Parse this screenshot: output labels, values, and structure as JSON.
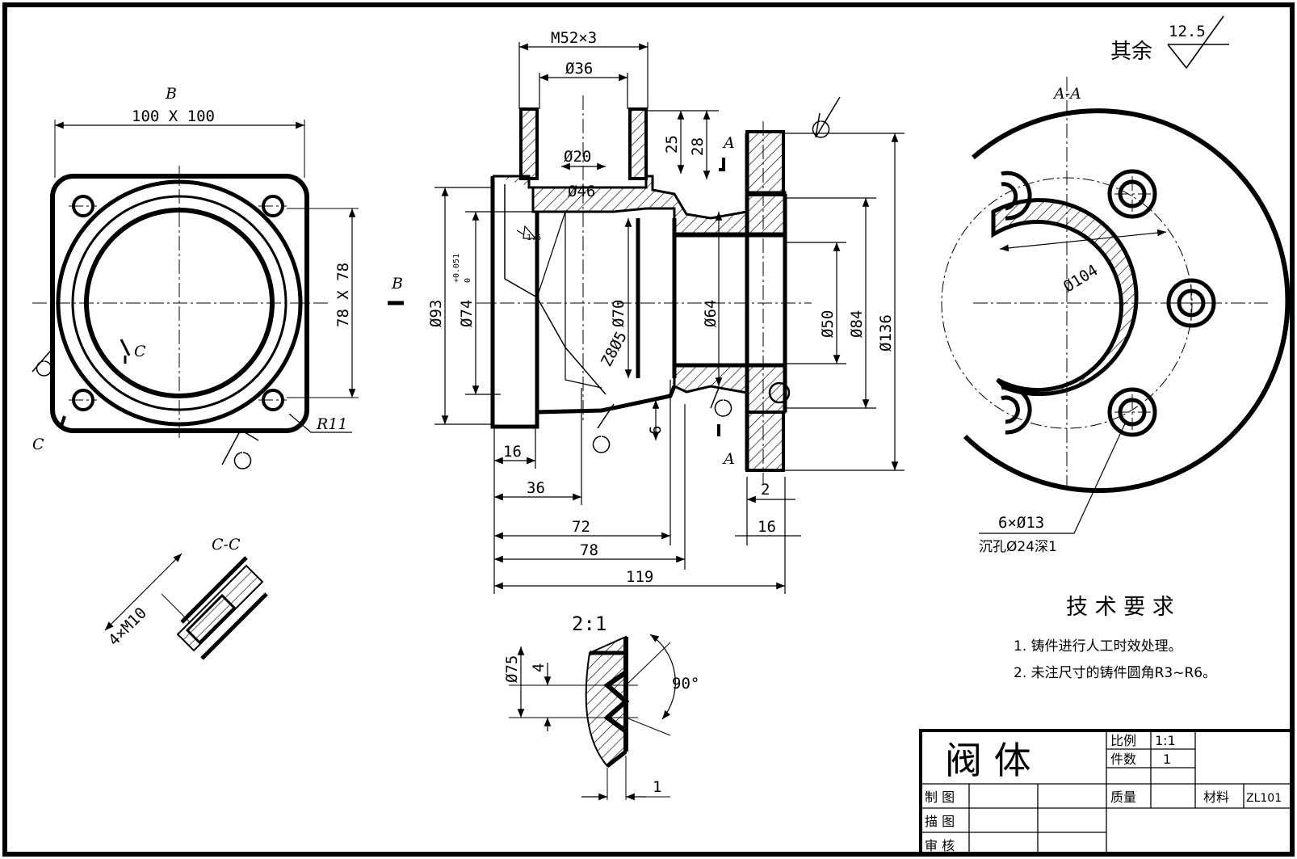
{
  "roughness": {
    "prefix": "其余",
    "value": "12.5"
  },
  "views": {
    "view_b": {
      "label": "B",
      "size": "100 X 100",
      "side": "78 X 78",
      "radius": "R11",
      "section_mark": "C"
    },
    "main": {
      "top_dims": [
        "M52×3",
        "Ø36",
        "Ø20",
        "Ø46"
      ],
      "right_vert": [
        "25",
        "28"
      ],
      "section_mark": "A",
      "view_arrow": "B",
      "roughness_small": "1.6",
      "diameters": [
        "Ø93",
        "Ø74",
        "+0.051",
        "0",
        "Ø70",
        "Ø64",
        "Ø50",
        "Ø84",
        "Ø136",
        "Z8Ø5"
      ],
      "small": [
        "6",
        "2",
        "16"
      ],
      "bottom_dims": [
        "16",
        "36",
        "72",
        "78",
        "119"
      ]
    },
    "aa": {
      "title": "A-A",
      "dia": "Ø104",
      "holes": "6×Ø13",
      "counterbore": "沉孔Ø24深1"
    },
    "cc": {
      "title": "C-C",
      "thread": "4×M10"
    },
    "detail": {
      "scale": "2:1",
      "dia": "Ø75",
      "pitch": "4",
      "angle": "90°",
      "depth": "1"
    }
  },
  "tech": {
    "title": "技 术 要 求",
    "items": [
      "1. 铸件进行人工时效处理。",
      "2. 未注尺寸的铸件圆角R3~R6。"
    ]
  },
  "titleblock": {
    "name": "阀    体",
    "scale_label": "比例",
    "scale_value": "1:1",
    "count_label": "件数",
    "count_value": "1",
    "mass_label": "质量",
    "material_label": "材料",
    "material_value": "ZL101",
    "rows": [
      "制 图",
      "描 图",
      "审 核"
    ]
  },
  "colors": {
    "ink": "#000000",
    "paper": "#ffffff"
  }
}
